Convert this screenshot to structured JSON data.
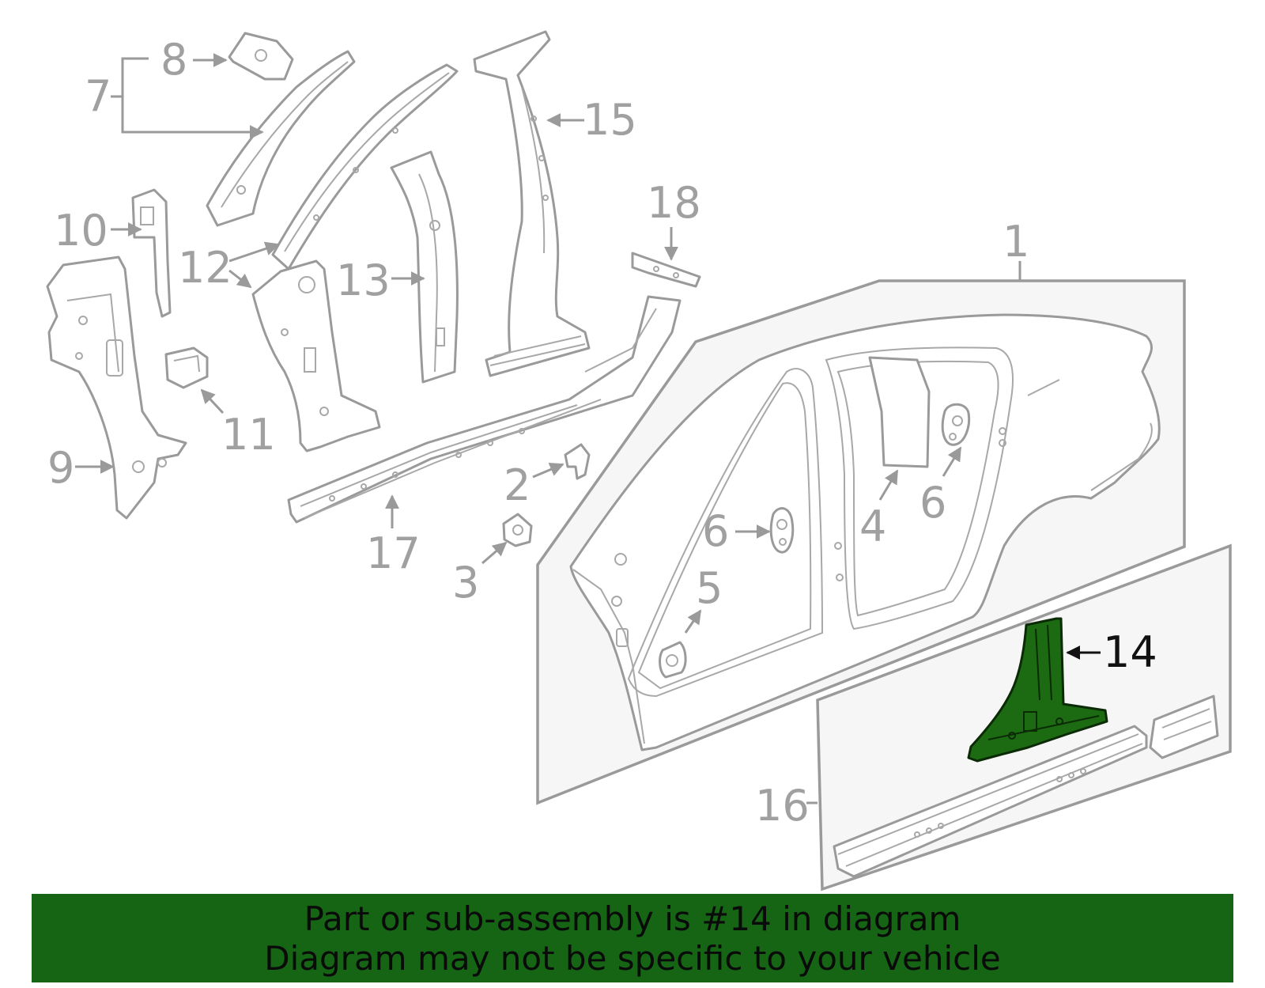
{
  "diagram": {
    "callouts": {
      "c1": "1",
      "c2": "2",
      "c3": "3",
      "c4": "4",
      "c5": "5",
      "c6a": "6",
      "c6b": "6",
      "c7": "7",
      "c8": "8",
      "c9": "9",
      "c10": "10",
      "c11": "11",
      "c12": "12",
      "c13": "13",
      "c14": "14",
      "c15": "15",
      "c16": "16",
      "c17": "17",
      "c18": "18"
    },
    "highlighted_part": "14",
    "colors": {
      "part_stroke": "#9a9a9a",
      "highlight_fill": "#1c6b12",
      "banner_bg": "#156515"
    }
  },
  "banner": {
    "line1": "Part or sub-assembly is #14 in diagram",
    "line2": "Diagram may not be specific to your vehicle"
  }
}
